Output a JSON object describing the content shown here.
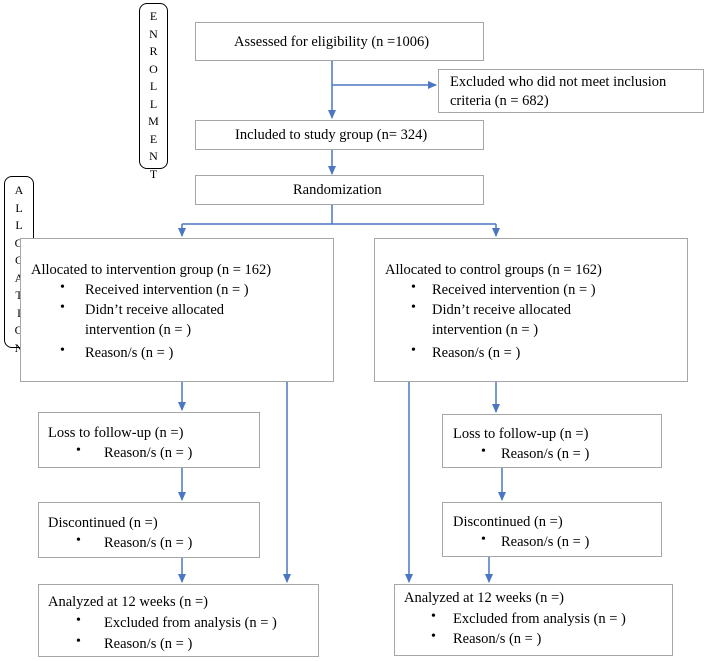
{
  "side_labels": {
    "enrollment": [
      "E",
      "N",
      "R",
      "O",
      "L",
      "L",
      "M",
      "E",
      "N",
      "T"
    ],
    "allocation": [
      "A",
      "L",
      "L",
      "O",
      "C",
      "A",
      "T",
      "I",
      "O",
      "N"
    ]
  },
  "enrollment": {
    "assessed": "Assessed for eligibility (n =1006)",
    "excluded_line1": "Excluded who did not meet inclusion",
    "excluded_line2": "criteria (n = 682)",
    "included": "Included to study group (n= 324)",
    "randomization": "Randomization"
  },
  "intervention": {
    "title": "Allocated to intervention group (n = 162)",
    "received": "Received intervention (n = )",
    "didnt_1": "Didn’t receive allocated",
    "didnt_2": "intervention (n = )",
    "reasons": "Reason/s (n = )",
    "loss_title": "Loss to follow-up (n =)",
    "loss_reasons": "Reason/s (n = )",
    "disc_title": "Discontinued (n =)",
    "disc_reasons": "Reason/s (n = )",
    "analyzed_title": "Analyzed at 12 weeks (n =)",
    "analyzed_excluded": "Excluded from analysis (n = )",
    "analyzed_reasons": "Reason/s (n = )"
  },
  "control": {
    "title": "Allocated to control groups (n = 162)",
    "received": "Received intervention (n = )",
    "didnt_1": "Didn’t receive allocated",
    "didnt_2": "intervention (n = )",
    "reasons": "Reason/s (n =  )",
    "loss_title": "Loss to follow-up (n =)",
    "loss_reasons": "Reason/s (n = )",
    "disc_title": "Discontinued (n =)",
    "disc_reasons": "Reason/s (n = )",
    "analyzed_title": "Analyzed at 12 weeks (n =)",
    "analyzed_excluded": "Excluded from analysis (n = )",
    "analyzed_reasons": "Reason/s (n = )"
  },
  "colors": {
    "arrow": "#4a76c2",
    "box_border": "#a6a6a6"
  }
}
